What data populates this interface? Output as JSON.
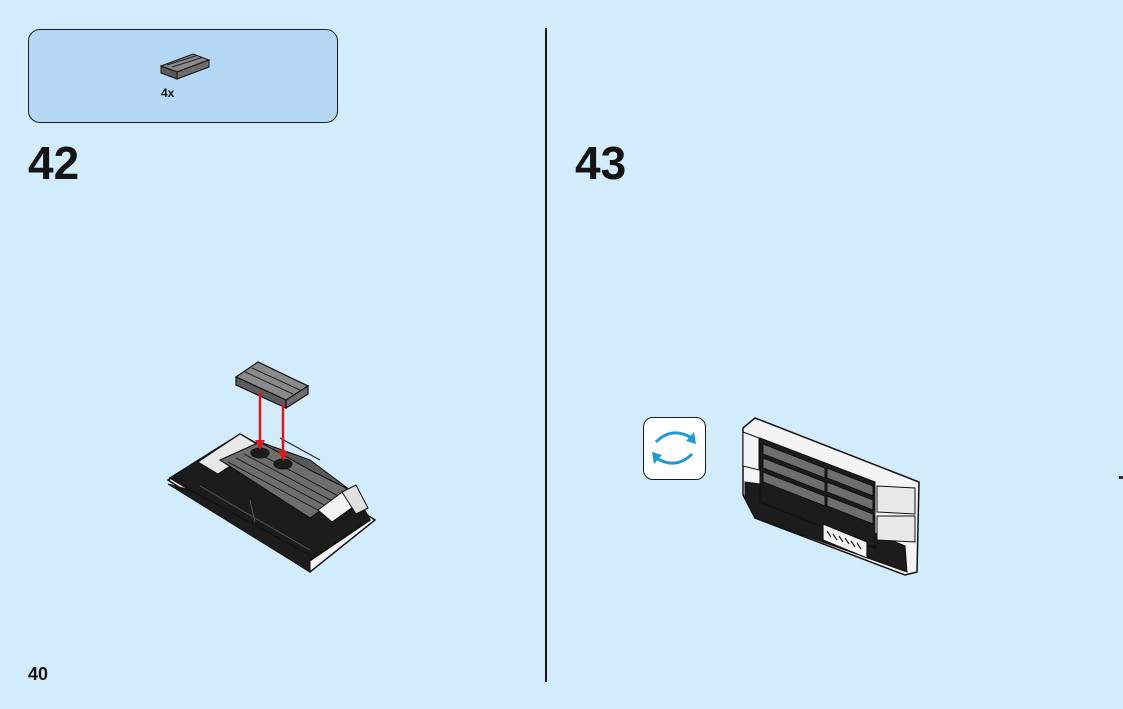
{
  "parts_callout": {
    "part_icon": "dark-grey-plate-1x3-with-grooves",
    "quantity_label": "4x"
  },
  "steps": [
    {
      "number": "42"
    },
    {
      "number": "43"
    }
  ],
  "rotate_icon": "rotate-model-icon",
  "page_number": "40",
  "colors": {
    "background": "#d3ecfb",
    "parts_box": "#b5d8f4",
    "arrow_red": "#d71920",
    "rotate_arrow_blue": "#1e9ad6",
    "brick_dark_grey": "#6e6e6e",
    "brick_black": "#1c1c1c"
  }
}
